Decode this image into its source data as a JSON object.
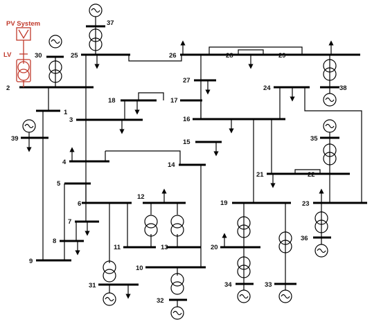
{
  "pv": {
    "label": "PV System",
    "lv_label": "LV",
    "color": "#c0392b"
  },
  "buses": {
    "b1": "1",
    "b2": "2",
    "b3": "3",
    "b4": "4",
    "b5": "5",
    "b6": "6",
    "b7": "7",
    "b8": "8",
    "b9": "9",
    "b10": "10",
    "b11": "11",
    "b12": "12",
    "b13": "13",
    "b14": "14",
    "b15": "15",
    "b16": "16",
    "b17": "17",
    "b18": "18",
    "b19": "19",
    "b20": "20",
    "b21": "21",
    "b22": "22",
    "b23": "23",
    "b24": "24",
    "b25": "25",
    "b26": "26",
    "b27": "27",
    "b28": "28",
    "b29": "29",
    "b30": "30",
    "b31": "31",
    "b32": "32",
    "b33": "33",
    "b34": "34",
    "b35": "35",
    "b36": "36",
    "b37": "37",
    "b38": "38",
    "b39": "39"
  },
  "icons": {
    "generator": "generator-icon",
    "transformer": "transformer-icon",
    "load": "load-arrow-icon",
    "pv_panel": "pv-panel-icon"
  }
}
